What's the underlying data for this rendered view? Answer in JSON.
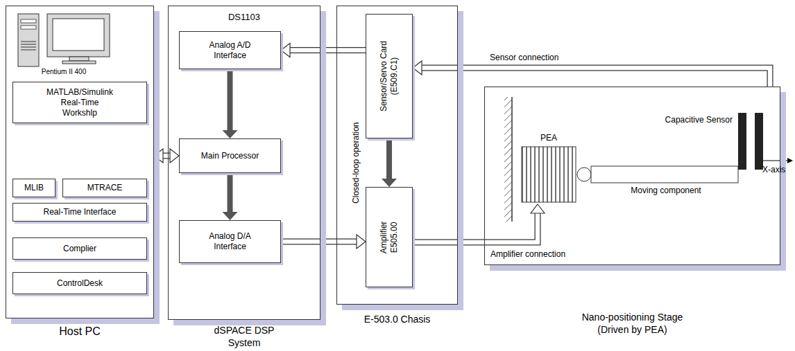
{
  "diagram": {
    "nodes": [
      {
        "text": [
          "Host PC"
        ]
      },
      {
        "text": [
          "MATLAB/Simulink Real-Time Workshlp"
        ],
        "in": 0
      },
      {
        "text": [
          "MLIB"
        ],
        "in": 0
      },
      {
        "text": [
          "MTRACE"
        ],
        "in": 0
      },
      {
        "text": [
          "Real-Time Interface"
        ],
        "in": 0
      },
      {
        "text": [
          "Complier"
        ],
        "in": 0
      },
      {
        "text": [
          "ControlDesk"
        ],
        "in": 0
      },
      {
        "text": [
          "DS1103",
          "dSPACE DSP System"
        ]
      },
      {
        "text": [
          "Analog A/D Interface"
        ],
        "in": 7
      },
      {
        "text": [
          "Main Processor"
        ],
        "in": 7
      },
      {
        "text": [
          "Analog D/A Interface"
        ],
        "in": 7
      },
      {
        "text": [
          "E-503.0 Chasis"
        ]
      },
      {
        "text": [
          "Sensor/Servo Card (E509.C1)"
        ],
        "in": 11
      },
      {
        "text": [
          "Amplifier E505.00"
        ],
        "in": 11
      },
      {
        "text": [
          "Nano-positioning Stage (Driven by PEA)"
        ]
      }
    ],
    "edges": [
      {
        "from": 0,
        "to": 9,
        "arrow": "both"
      },
      {
        "from": 8,
        "to": 9,
        "arrow": "to"
      },
      {
        "from": 9,
        "to": 10,
        "arrow": "to"
      },
      {
        "from": 10,
        "to": 13,
        "arrow": "to"
      },
      {
        "from": 12,
        "to": 8,
        "arrow": "to"
      },
      {
        "from": 12,
        "to": 13,
        "arrow": "to",
        "label": "Closed-loop operation"
      },
      {
        "from": 14,
        "to": 12,
        "arrow": "to",
        "label": "Sensor connection"
      },
      {
        "from": 13,
        "to": 14,
        "arrow": "to",
        "label": "Amplifier connection"
      }
    ],
    "labels": [
      "Pentium II 400",
      "PEA",
      "Capacitive Sensor",
      "Moving component",
      "X-axis"
    ]
  }
}
